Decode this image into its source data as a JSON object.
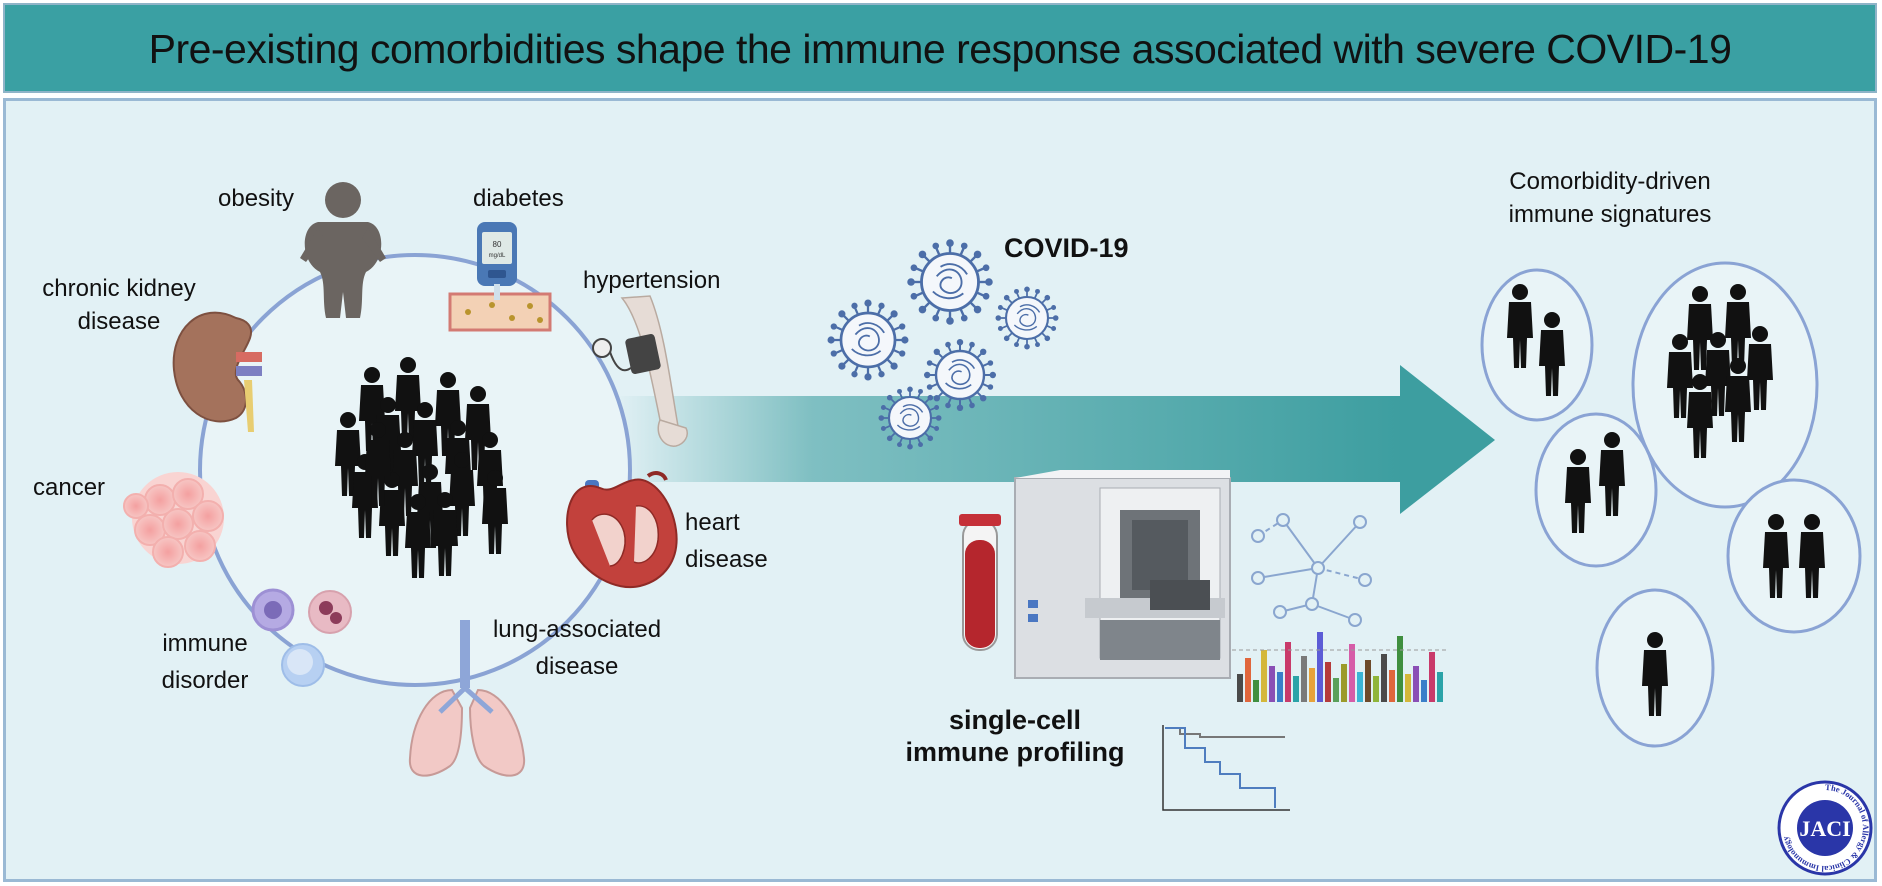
{
  "title": "Pre-existing comorbidities shape the immune response associated with severe COVID-19",
  "comorbidities": {
    "obesity": "obesity",
    "diabetes": "diabetes",
    "hypertension": "hypertension",
    "ckd_line1": "chronic kidney",
    "ckd_line2": "disease",
    "cancer": "cancer",
    "heart_line1": "heart",
    "heart_line2": "disease",
    "immune_line1": "immune",
    "immune_line2": "disorder",
    "lung_line1": "lung-associated",
    "lung_line2": "disease"
  },
  "center": {
    "covid": "COVID-19",
    "profiling_line1": "single-cell",
    "profiling_line2": "immune profiling",
    "glucometer_value": "80",
    "glucometer_unit": "mg/dL"
  },
  "right": {
    "signatures_line1": "Comorbidity-driven",
    "signatures_line2": "immune signatures"
  },
  "logo": {
    "text": "JACI",
    "ring_text": "The Journal of Allergy & Clinical Immunology"
  },
  "colors": {
    "title_bar": "#3aa0a3",
    "panel": "#e2f1f5",
    "arrow": "#3d9ea0",
    "ring": "#8aa3d4",
    "virus": "#4c6ea8",
    "logo_blue": "#2a36a8"
  }
}
